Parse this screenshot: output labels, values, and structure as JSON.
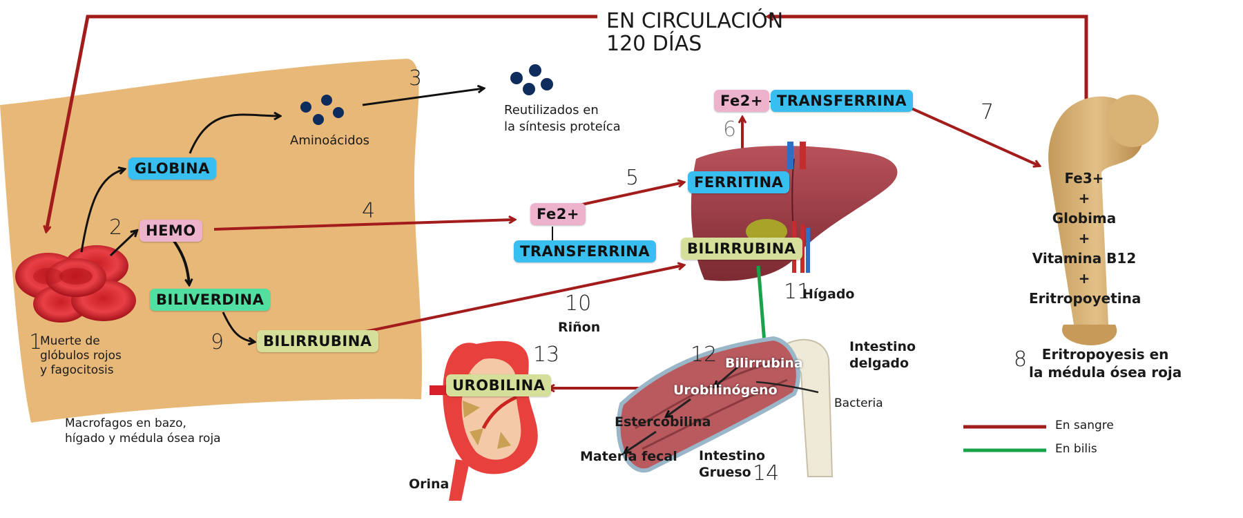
{
  "header": {
    "line1": "EN CIRCULACIÓN",
    "line2": "120 DÍAS"
  },
  "steps": {
    "n1": "1",
    "n2": "2",
    "n3": "3",
    "n4": "4",
    "n5": "5",
    "n6": "6",
    "n7": "7",
    "n8": "8",
    "n9": "9",
    "n10": "10",
    "n11": "11",
    "n12": "12",
    "n13": "13",
    "n14": "14"
  },
  "labels": {
    "death_line1": "Muerte de",
    "death_line2": "glóbulos rojos",
    "death_line3": "y fagocitosis",
    "macro_line1": "Macrofagos en bazo,",
    "macro_line2": "hígado y médula ósea roja",
    "aminoacids": "Aminoácidos",
    "reuse_line1": "Reutilizados en",
    "reuse_line2": "la síntesis proteíca",
    "rinon": "Riñon",
    "higado": "Hígado",
    "intestino_delgado_line1": "Intestino",
    "intestino_delgado_line2": "delgado",
    "bacteria": "Bacteria",
    "intestino_grueso_line1": "Intestino",
    "intestino_grueso_line2": "Grueso",
    "orina": "Orina",
    "materia_fecal": "Materia fecal",
    "estercobilina": "Estercobilina",
    "urobilinogeno": "Urobilinógeno",
    "bilirrubina_intestino": "Bilirrubina",
    "eritro_line1": "Eritropoyesis en",
    "eritro_line2": "la médula ósea roja"
  },
  "pills": {
    "globina": "GLOBINA",
    "hemo": "HEMO",
    "biliverdina": "BILIVERDINA",
    "bilirrubina_left": "BILIRRUBINA",
    "fe2_mid": "Fe2+",
    "transferrina_mid": "TRANSFERRINA",
    "ferritina": "FERRITINA",
    "bilirrubina_liver": "BILIRRUBINA",
    "fe2_top": "Fe2+",
    "transferrina_top": "TRANSFERRINA",
    "urobilina": "UROBILINA"
  },
  "bone": {
    "line1": "Fe3+",
    "plus1": "+",
    "line2": "Globima",
    "plus2": "+",
    "line3": "Vitamina B12",
    "plus3": "+",
    "line4": "Eritropoyetina"
  },
  "legend": {
    "items": [
      {
        "label": "En sangre",
        "color": "#a31c1c"
      },
      {
        "label": "En bilis",
        "color": "#17a34a"
      }
    ]
  },
  "colors": {
    "blood_arrow": "#a31c1c",
    "bile_arrow": "#17a34a",
    "macrophage_bg": "#e8b878",
    "amino_dots": "#0f2d5c"
  },
  "icons": {
    "cells": "red-blood-cells-illustration",
    "liver": "liver-illustration",
    "kidney": "kidney-illustration",
    "intestine": "intestine-illustration",
    "bone": "femur-bone-illustration"
  }
}
